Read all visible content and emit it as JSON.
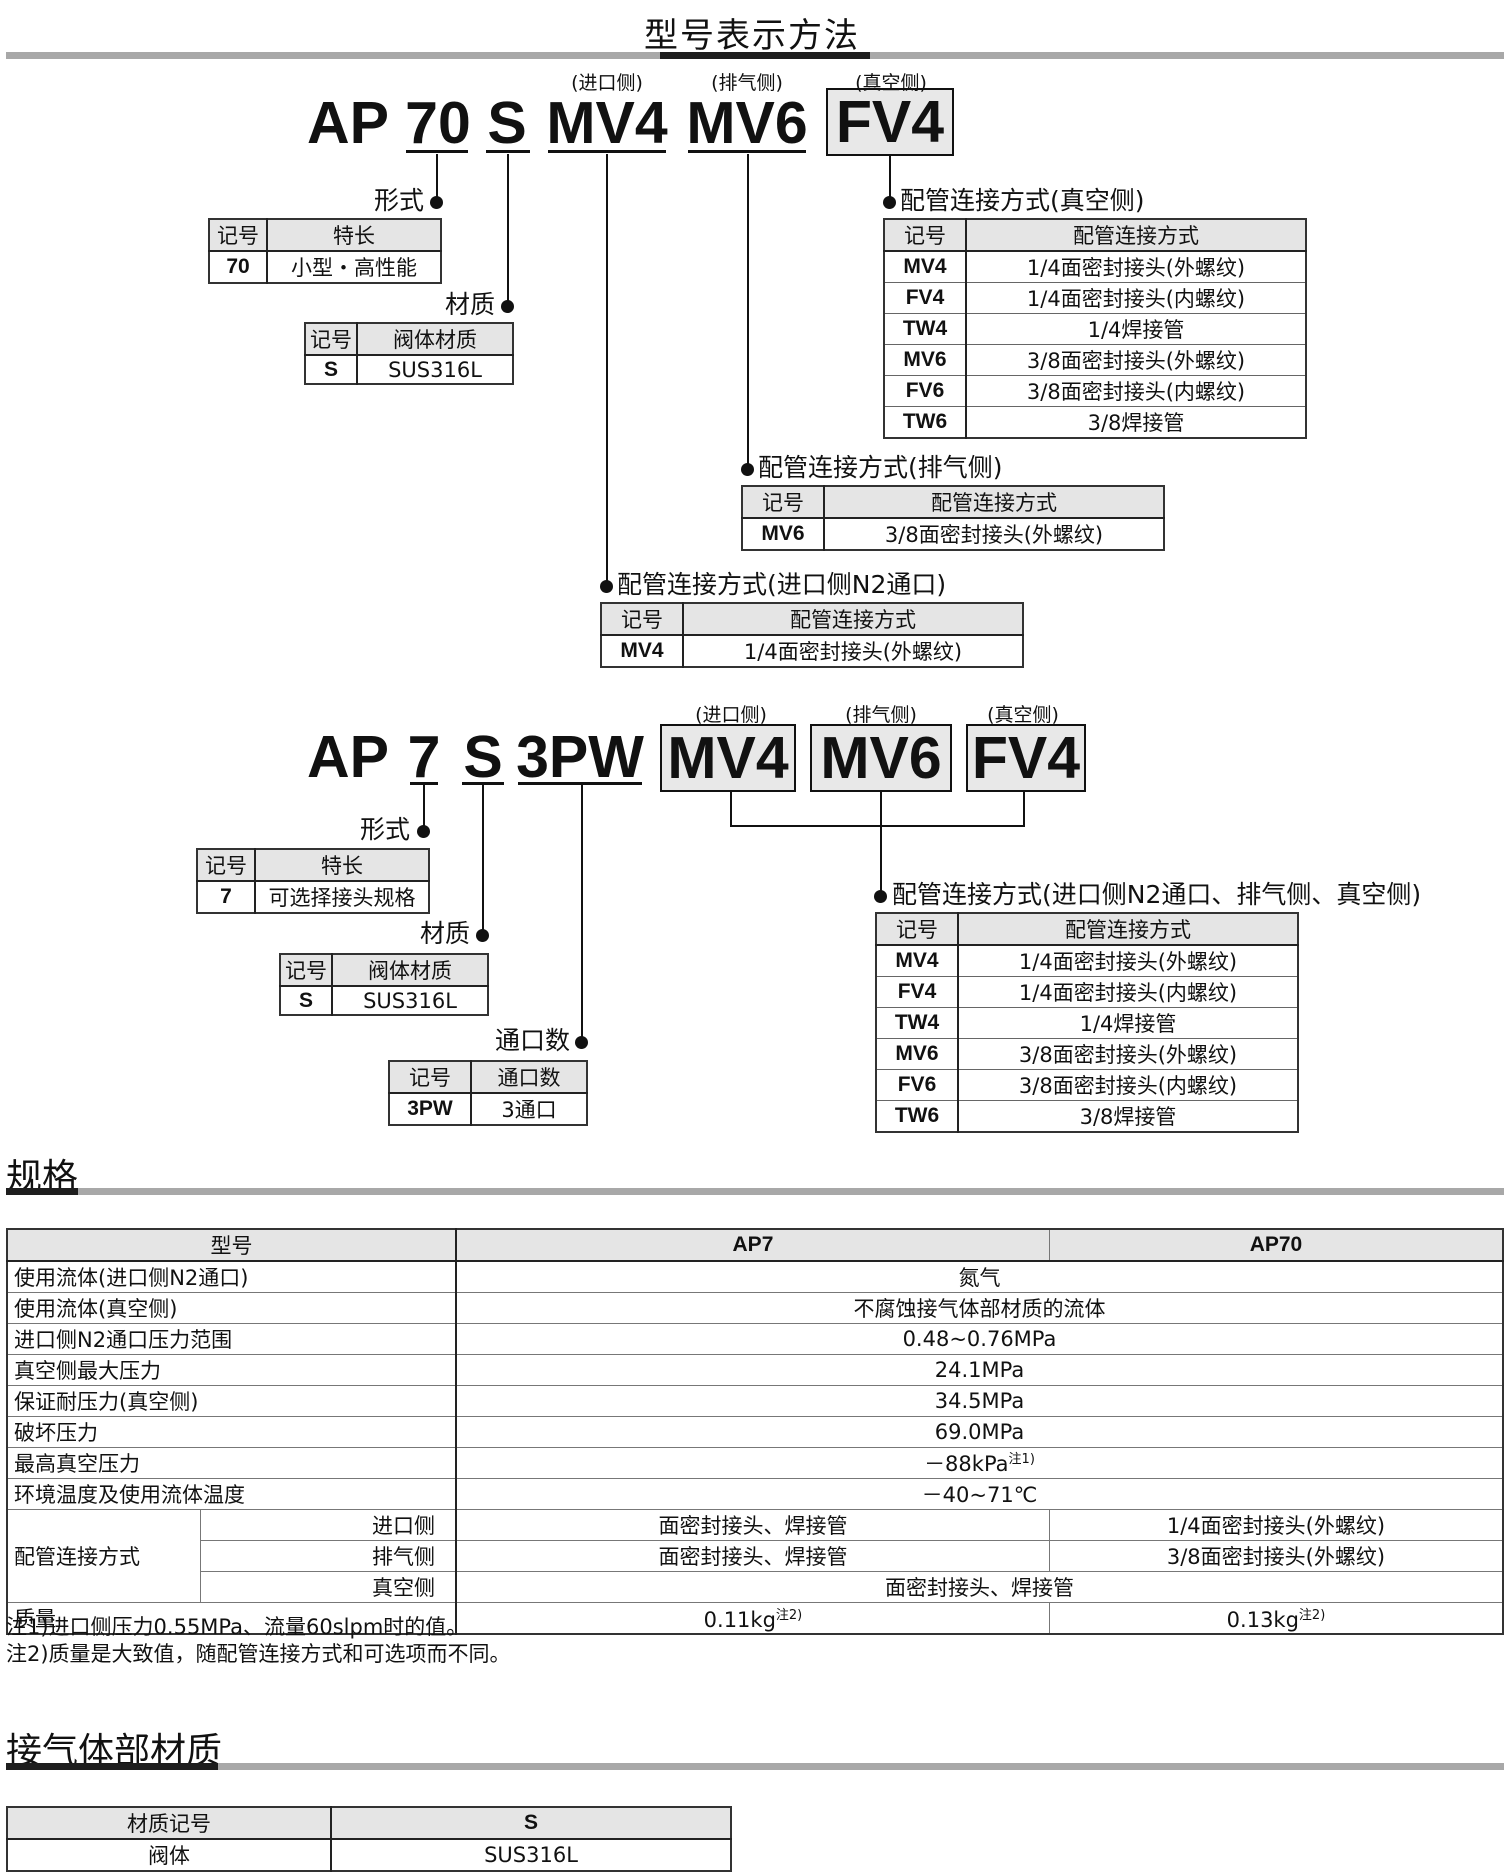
{
  "title": "型号表示方法",
  "model1": {
    "codes": [
      "AP",
      "70",
      "S",
      "MV4",
      "MV6",
      "FV4"
    ],
    "side_labels": [
      "(进口侧)",
      "(排气侧)",
      "(真空侧)"
    ],
    "form": {
      "label": "形式",
      "headers": [
        "记号",
        "特长"
      ],
      "rows": [
        [
          "70",
          "小型・高性能"
        ]
      ]
    },
    "material": {
      "label": "材质",
      "headers": [
        "记号",
        "阀体材质"
      ],
      "rows": [
        [
          "S",
          "SUS316L"
        ]
      ]
    },
    "vacuum": {
      "label": "配管连接方式(真空侧)",
      "headers": [
        "记号",
        "配管连接方式"
      ],
      "rows": [
        [
          "MV4",
          "1/4面密封接头(外螺纹)"
        ],
        [
          "FV4",
          "1/4面密封接头(内螺纹)"
        ],
        [
          "TW4",
          "1/4焊接管"
        ],
        [
          "MV6",
          "3/8面密封接头(外螺纹)"
        ],
        [
          "FV6",
          "3/8面密封接头(内螺纹)"
        ],
        [
          "TW6",
          "3/8焊接管"
        ]
      ]
    },
    "exhaust": {
      "label": "配管连接方式(排气侧)",
      "headers": [
        "记号",
        "配管连接方式"
      ],
      "rows": [
        [
          "MV6",
          "3/8面密封接头(外螺纹)"
        ]
      ]
    },
    "inlet": {
      "label": "配管连接方式(进口侧N2通口)",
      "headers": [
        "记号",
        "配管连接方式"
      ],
      "rows": [
        [
          "MV4",
          "1/4面密封接头(外螺纹)"
        ]
      ]
    }
  },
  "model2": {
    "codes": [
      "AP",
      "7",
      "S",
      "3PW",
      "MV4",
      "MV6",
      "FV4"
    ],
    "side_labels": [
      "(进口侧)",
      "(排气侧)",
      "(真空侧)"
    ],
    "form": {
      "label": "形式",
      "headers": [
        "记号",
        "特长"
      ],
      "rows": [
        [
          "7",
          "可选择接头规格"
        ]
      ]
    },
    "material": {
      "label": "材质",
      "headers": [
        "记号",
        "阀体材质"
      ],
      "rows": [
        [
          "S",
          "SUS316L"
        ]
      ]
    },
    "ports": {
      "label": "通口数",
      "headers": [
        "记号",
        "通口数"
      ],
      "rows": [
        [
          "3PW",
          "3通口"
        ]
      ]
    },
    "piping": {
      "label": "配管连接方式(进口侧N2通口、排气侧、真空侧)",
      "headers": [
        "记号",
        "配管连接方式"
      ],
      "rows": [
        [
          "MV4",
          "1/4面密封接头(外螺纹)"
        ],
        [
          "FV4",
          "1/4面密封接头(内螺纹)"
        ],
        [
          "TW4",
          "1/4焊接管"
        ],
        [
          "MV6",
          "3/8面密封接头(外螺纹)"
        ],
        [
          "FV6",
          "3/8面密封接头(内螺纹)"
        ],
        [
          "TW6",
          "3/8焊接管"
        ]
      ]
    }
  },
  "spec": {
    "title": "规格",
    "header": [
      "型号",
      "AP7",
      "AP70"
    ],
    "rows": [
      [
        "使用流体(进口侧N2通口)",
        "氮气"
      ],
      [
        "使用流体(真空侧)",
        "不腐蚀接气体部材质的流体"
      ],
      [
        "进口侧N2通口压力范围",
        "0.48~0.76MPa"
      ],
      [
        "真空侧最大压力",
        "24.1MPa"
      ],
      [
        "保证耐压力(真空侧)",
        "34.5MPa"
      ],
      [
        "破坏压力",
        "69.0MPa"
      ]
    ],
    "vacuum_row": {
      "label": "最高真空压力",
      "value": "－88kPa",
      "note": "注1)"
    },
    "temp_row": [
      "环境温度及使用流体温度",
      "－40~71℃"
    ],
    "piping": {
      "label": "配管连接方式",
      "inlet": {
        "label": "进口侧",
        "ap7": "面密封接头、焊接管",
        "ap70": "1/4面密封接头(外螺纹)"
      },
      "exhaust": {
        "label": "排气侧",
        "ap7": "面密封接头、焊接管",
        "ap70": "3/8面密封接头(外螺纹)"
      },
      "vacuum": {
        "label": "真空侧",
        "value": "面密封接头、焊接管"
      }
    },
    "mass": {
      "label": "质量",
      "ap7": "0.11kg",
      "ap70": "0.13kg",
      "note": "注2)"
    },
    "notes": [
      "注1)进口侧压力0.55MPa、流量60slpm时的值。",
      "注2)质量是大致值，随配管连接方式和可选项而不同。"
    ]
  },
  "materials": {
    "title": "接气体部材质",
    "header": [
      "材质记号",
      "S"
    ],
    "rows": [
      [
        "阀体",
        "SUS316L"
      ]
    ]
  }
}
